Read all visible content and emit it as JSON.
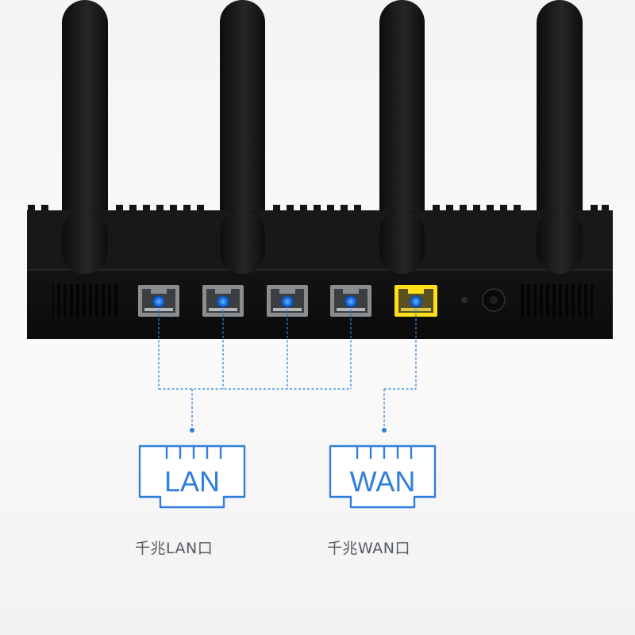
{
  "connectors": {
    "lan": {
      "icon_text": "LAN",
      "caption": "千兆LAN口"
    },
    "wan": {
      "icon_text": "WAN",
      "caption": "千兆WAN口"
    }
  },
  "colors": {
    "accent_blue": "#2f7fdc",
    "led_blue": "#1f73e6",
    "wan_port": "#ffde1a",
    "router_body": "#121212"
  }
}
